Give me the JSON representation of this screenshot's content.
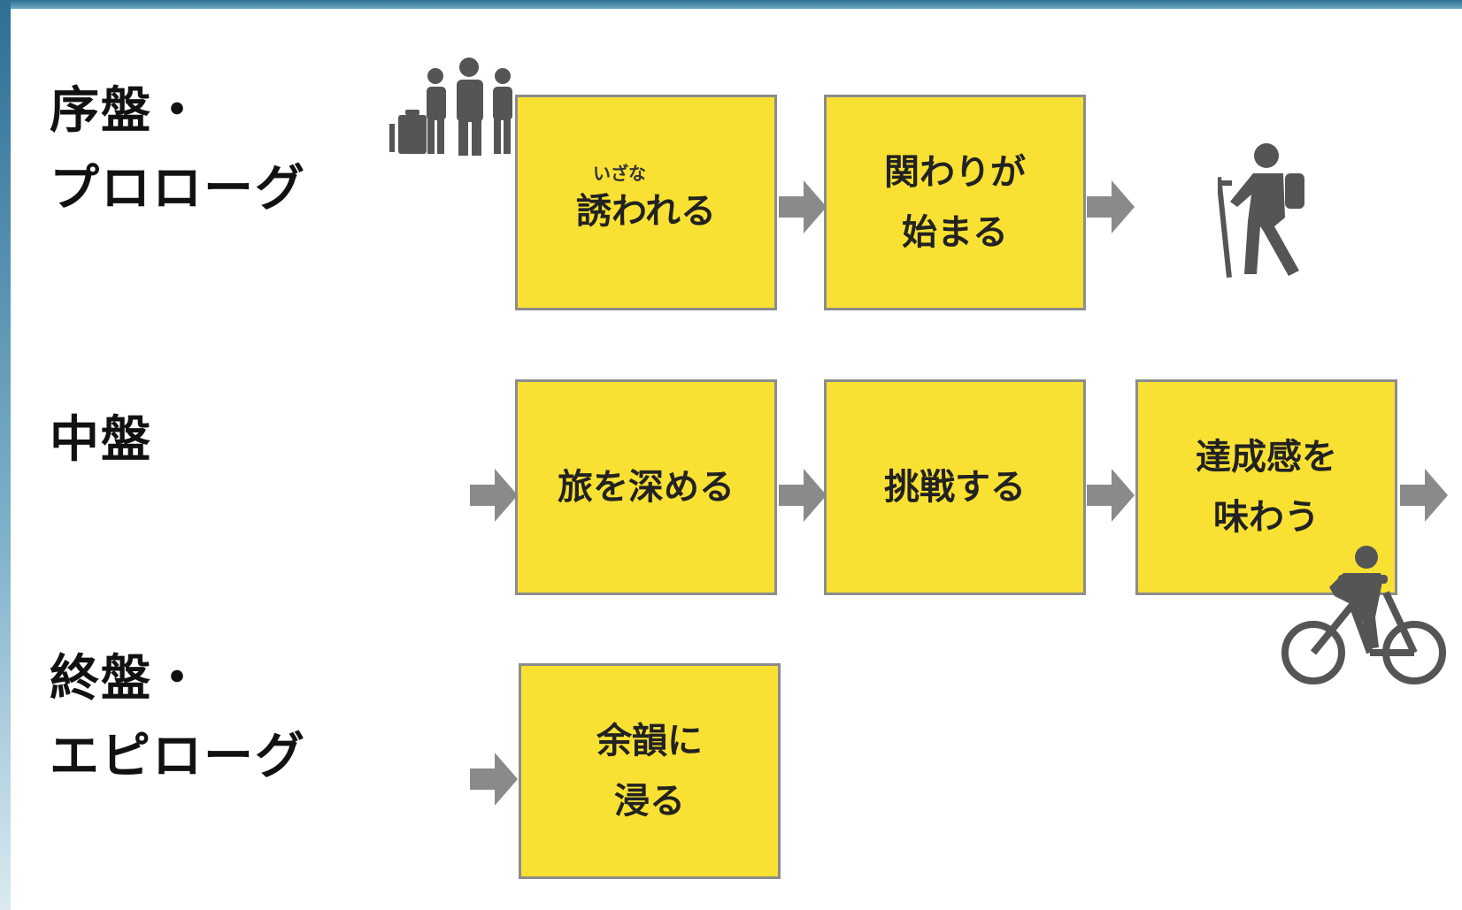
{
  "phases": [
    {
      "label_line1": "序盤・",
      "label_line2": "プロローグ"
    },
    {
      "label_line1": "中盤",
      "label_line2": ""
    },
    {
      "label_line1": "終盤・",
      "label_line2": "エピローグ"
    }
  ],
  "boxes": {
    "invited": {
      "ruby": "いざな",
      "text": "誘われる"
    },
    "engagement": {
      "text": "関わりが\n始まる"
    },
    "deepen": {
      "text": "旅を深める"
    },
    "challenge": {
      "text": "挑戦する"
    },
    "achievement": {
      "text": "達成感を\n味わう"
    },
    "afterglow": {
      "text": "余韻に\n浸る"
    }
  },
  "icons": [
    "group-travelers-icon",
    "hiker-icon",
    "cyclist-icon"
  ],
  "colors": {
    "box_fill": "#f9e133",
    "box_border": "#8c8c8c",
    "arrow": "#8a8a8a",
    "icon": "#555555"
  }
}
